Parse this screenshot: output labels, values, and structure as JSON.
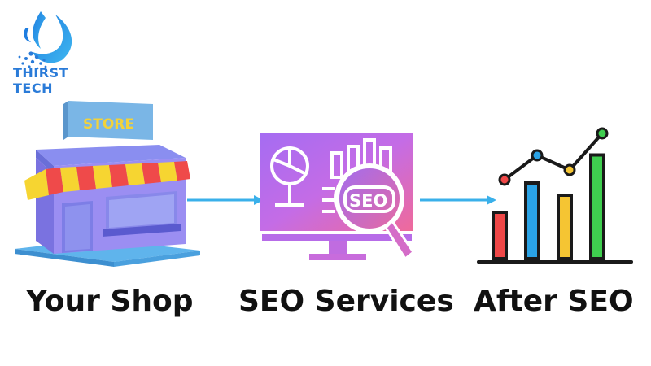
{
  "logo": {
    "text": "THIRST TECH",
    "icon": "water-drop-icon",
    "color": "#2a7bd8"
  },
  "stages": [
    {
      "label": "Your Shop",
      "icon": "store-icon",
      "sign_text": "STORE"
    },
    {
      "label": "SEO Services",
      "icon": "seo-monitor-icon",
      "badge_text": "SEO"
    },
    {
      "label": "After SEO",
      "icon": "growth-chart-icon"
    }
  ],
  "arrow_color": "#3ab0ea",
  "chart_bars": [
    {
      "value": 0.38,
      "color": "#f04848"
    },
    {
      "value": 0.62,
      "color": "#2aa3e6"
    },
    {
      "value": 0.52,
      "color": "#f5c533"
    },
    {
      "value": 0.85,
      "color": "#3fce4f"
    }
  ]
}
